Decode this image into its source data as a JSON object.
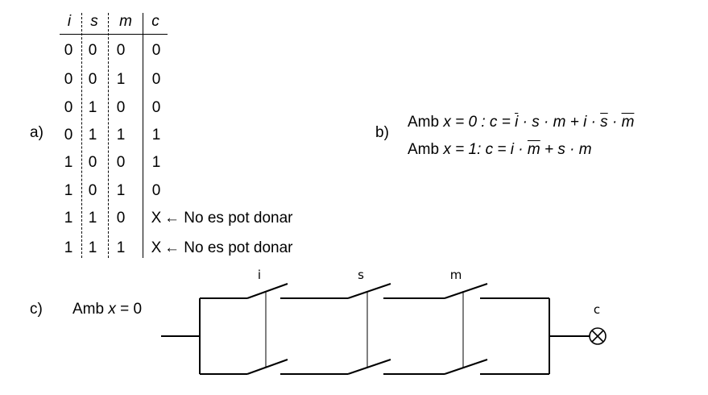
{
  "part_a": {
    "label": "a)",
    "headers": [
      "i",
      "s",
      "m",
      "c"
    ],
    "rows": [
      [
        "0",
        "0",
        "0",
        "0"
      ],
      [
        "0",
        "0",
        "1",
        "0"
      ],
      [
        "0",
        "1",
        "0",
        "0"
      ],
      [
        "0",
        "1",
        "1",
        "1"
      ],
      [
        "1",
        "0",
        "0",
        "1"
      ],
      [
        "1",
        "0",
        "1",
        "0"
      ],
      [
        "1",
        "1",
        "0",
        "X"
      ],
      [
        "1",
        "1",
        "1",
        "X"
      ]
    ],
    "note": "← No es pot donar"
  },
  "part_b": {
    "label": "b)",
    "line1": {
      "prefix": "Amb ",
      "cond": "x = 0 : ",
      "eq": "c = ",
      "t1": "i",
      "t1_rest": " · s · m + i · ",
      "t2": "s",
      "t2_mid": " · ",
      "t3": "m"
    },
    "line2": {
      "prefix": "Amb ",
      "cond": "x = 1: ",
      "eq": "c = i · ",
      "t1": "m",
      "rest": " + s · m"
    }
  },
  "part_c": {
    "label": "c)",
    "caption_prefix": "Amb ",
    "caption_var": "x",
    "caption_rest": " = 0",
    "switch_labels": [
      "i",
      "s",
      "m"
    ],
    "output_label": "c"
  }
}
